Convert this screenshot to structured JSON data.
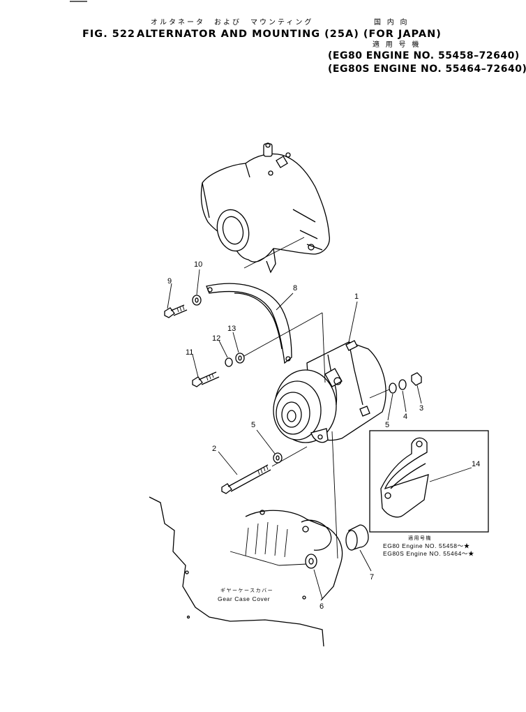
{
  "header": {
    "jp_title": "オルタネータ　および　マウンティング",
    "jp_domestic": "国 内 向",
    "fig_label": "FIG. 522",
    "title": "ALTERNATOR AND MOUNTING (25A) (FOR JAPAN)",
    "jp_applicable": "適 用 号 機",
    "engine_lines": [
      "(EG80   ENGINE NO. 55458–72640)",
      "(EG80S ENGINE NO. 55464–72640)"
    ]
  },
  "callouts": [
    "1",
    "2",
    "3",
    "4",
    "5",
    "5",
    "6",
    "7",
    "8",
    "9",
    "10",
    "11",
    "12",
    "13",
    "14"
  ],
  "inset": {
    "part_callout": "14",
    "jp_applicable": "適用号機",
    "lines": [
      "EG80   Engine NO. 55458～★",
      "EG80S Engine NO. 55464～★"
    ]
  },
  "gear_case": {
    "jp": "ギヤーケースカバー",
    "en": "Gear Case Cover"
  }
}
